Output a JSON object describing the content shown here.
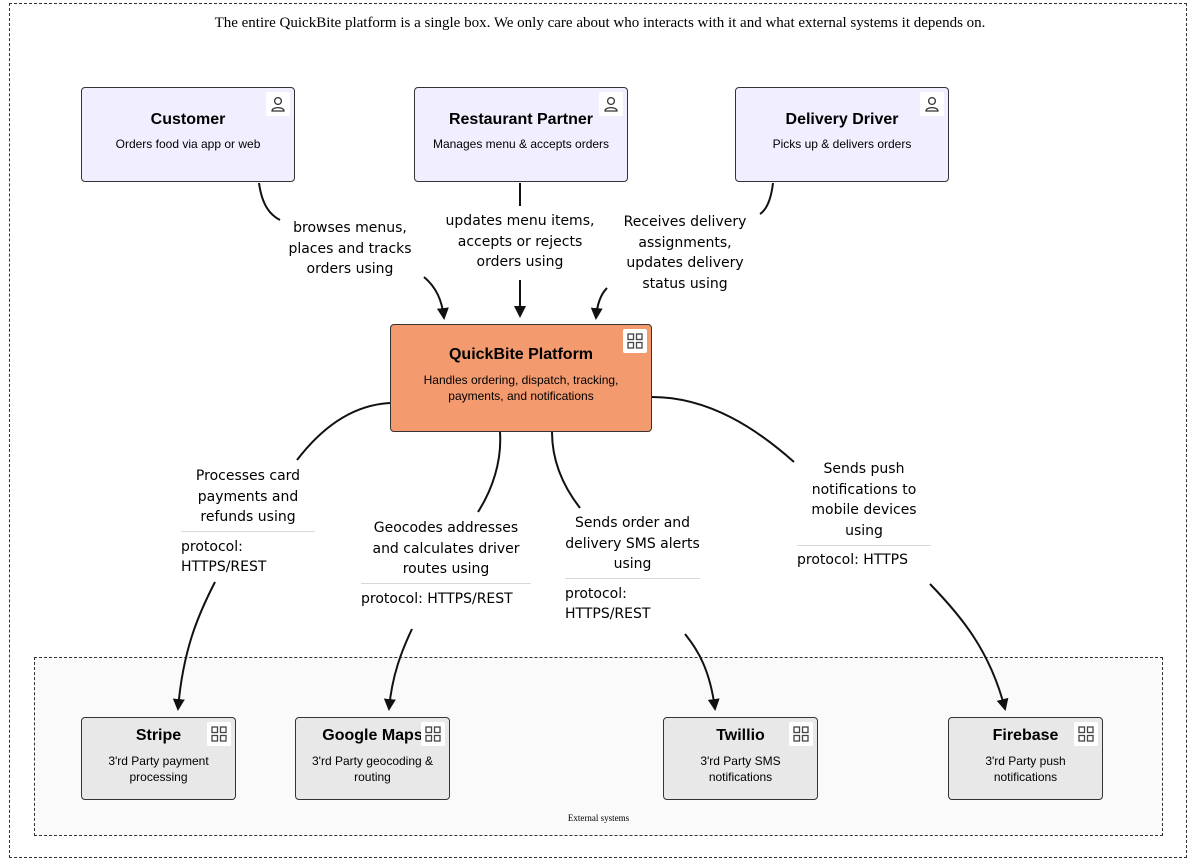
{
  "note": "The entire QuickBite platform is a single box. We only care about who interacts with it and what external systems it depends on.",
  "actors": [
    {
      "title": "Customer",
      "desc": "Orders food via app or web",
      "icon": "person-icon"
    },
    {
      "title": "Restaurant Partner",
      "desc": "Manages menu & accepts orders",
      "icon": "person-icon"
    },
    {
      "title": "Delivery Driver",
      "desc": "Picks up & delivers orders",
      "icon": "person-icon"
    }
  ],
  "platform": {
    "title": "QuickBite Platform",
    "desc_line1": "Handles ordering, dispatch, tracking,",
    "desc_line2": "payments, and notifications",
    "icon": "grid-icon"
  },
  "incoming": [
    {
      "line1": "browses menus,",
      "line2": "places and tracks",
      "line3": "orders using"
    },
    {
      "line1": "updates menu items,",
      "line2": "accepts or rejects",
      "line3": "orders using"
    },
    {
      "line1": "Receives delivery",
      "line2": "assignments,",
      "line3": "updates delivery",
      "line4": "status using"
    }
  ],
  "outgoing": [
    {
      "line1": "Processes card",
      "line2": "payments and",
      "line3": "refunds using",
      "proto1": "protocol:",
      "proto2": "HTTPS/REST"
    },
    {
      "line1": "Geocodes addresses",
      "line2": "and calculates driver",
      "line3": "routes using",
      "proto1": "protocol: HTTPS/REST"
    },
    {
      "line1": "Sends order and",
      "line2": "delivery SMS alerts",
      "line3": "using",
      "proto1": "protocol:",
      "proto2": "HTTPS/REST"
    },
    {
      "line1": "Sends push",
      "line2": "notifications to",
      "line3": "mobile devices",
      "line4": "using",
      "proto1": "protocol: HTTPS"
    }
  ],
  "boundary_label": "External systems",
  "externals": [
    {
      "title": "Stripe",
      "desc_line1": "3'rd Party payment",
      "desc_line2": "processing",
      "icon": "grid-icon"
    },
    {
      "title": "Google Maps",
      "desc_line1": "3'rd Party geocoding &",
      "desc_line2": "routing",
      "icon": "grid-icon"
    },
    {
      "title": "Twillio",
      "desc_line1": "3'rd Party SMS",
      "desc_line2": "notifications",
      "icon": "grid-icon"
    },
    {
      "title": "Firebase",
      "desc_line1": "3'rd Party push",
      "desc_line2": "notifications",
      "icon": "grid-icon"
    }
  ],
  "colors": {
    "actor_fill": "#f1efff",
    "platform_fill": "#f39a6f",
    "external_fill": "#e8e8e8",
    "stroke": "#333333"
  }
}
